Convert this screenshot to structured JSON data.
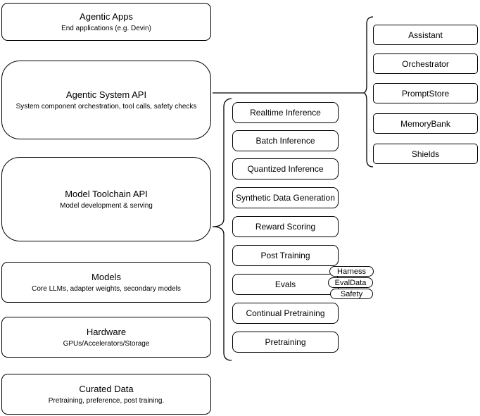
{
  "diagram": {
    "left_stack": [
      {
        "title": "Agentic Apps",
        "subtitle": "End applications (e.g. Devin)"
      },
      {
        "title": "Agentic System API",
        "subtitle": "System component orchestration, tool calls, safety checks"
      },
      {
        "title": "Model Toolchain API",
        "subtitle": "Model development & serving"
      },
      {
        "title": "Models",
        "subtitle": "Core LLMs, adapter weights, secondary models"
      },
      {
        "title": "Hardware",
        "subtitle": "GPUs/Accelerators/Storage"
      },
      {
        "title": "Curated Data",
        "subtitle": "Pretraining, preference, post training."
      }
    ],
    "toolchain_services": [
      "Realtime Inference",
      "Batch Inference",
      "Quantized Inference",
      "Synthetic Data Generation",
      "Reward Scoring",
      "Post Training",
      "Evals",
      "Continual Pretraining",
      "Pretraining"
    ],
    "eval_tags": [
      "Harness",
      "EvalData",
      "Safety"
    ],
    "system_components": [
      "Assistant",
      "Orchestrator",
      "PromptStore",
      "MemoryBank",
      "Shields"
    ],
    "colors": {
      "stroke": "#000000",
      "fill": "#ffffff",
      "text": "#000000",
      "background": "#ffffff"
    }
  }
}
